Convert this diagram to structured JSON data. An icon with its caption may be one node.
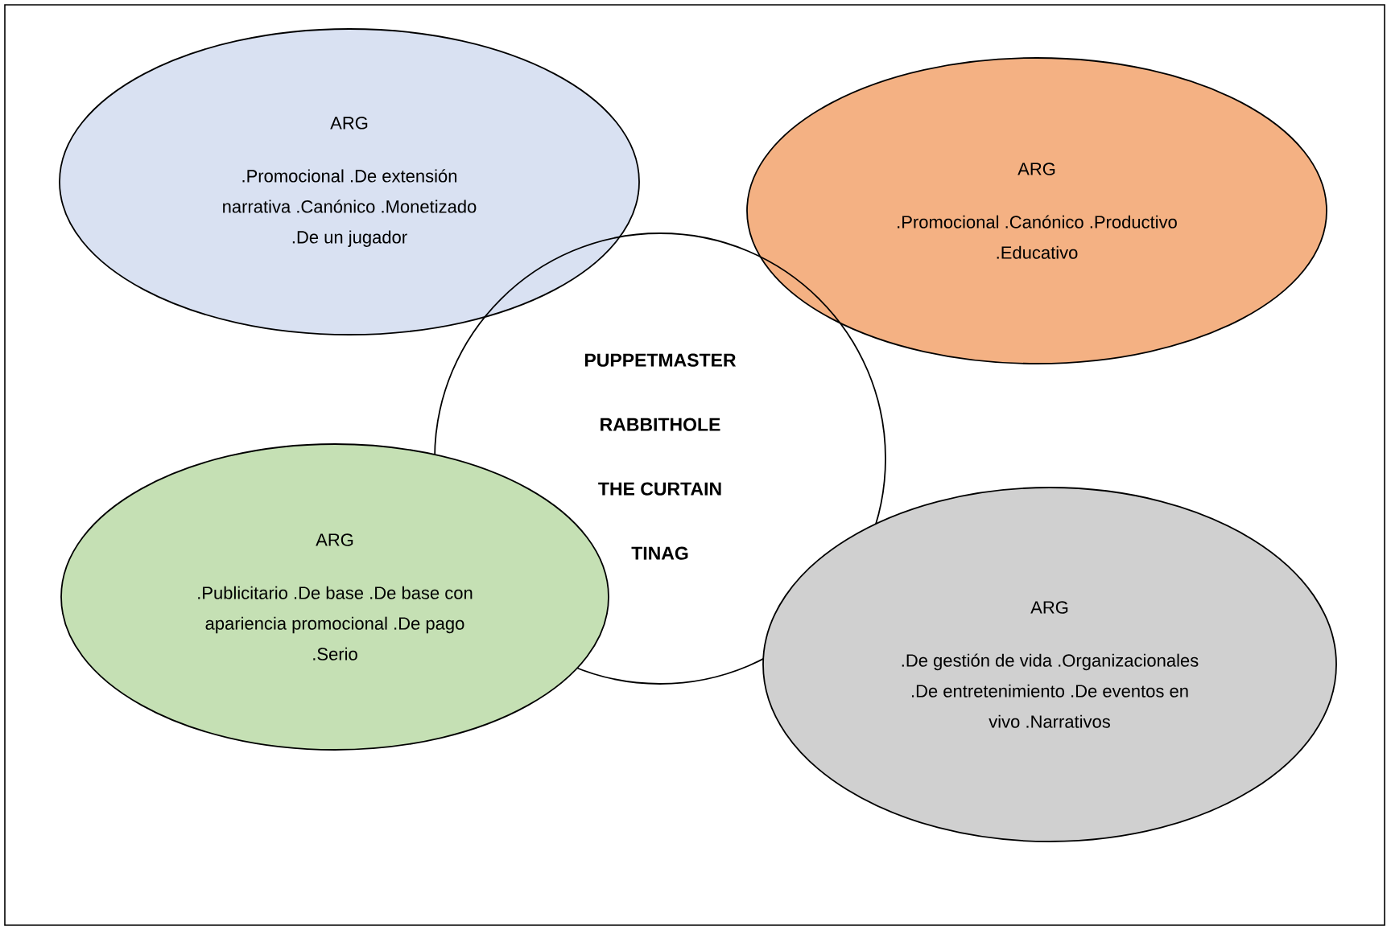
{
  "diagram": {
    "nodes": [
      {
        "text": [
          "ARG",
          ".Promocional .De extensión narrativa .Canónico .Monetizado .De un jugador"
        ]
      },
      {
        "text": [
          "ARG",
          ".Promocional  .Canónico .Productivo .Educativo"
        ]
      },
      {
        "text": [
          "PUPPETMASTER",
          "RABBITHOLE",
          "THE CURTAIN",
          "TINAG"
        ]
      },
      {
        "text": [
          "ARG",
          ".Publicitario .De base .De base con apariencia promocional .De pago .Serio"
        ]
      },
      {
        "text": [
          "ARG",
          ".De gestión de vida .Organizacionales .De entretenimiento .De eventos en vivo .Narrativos"
        ]
      }
    ],
    "edges": []
  }
}
